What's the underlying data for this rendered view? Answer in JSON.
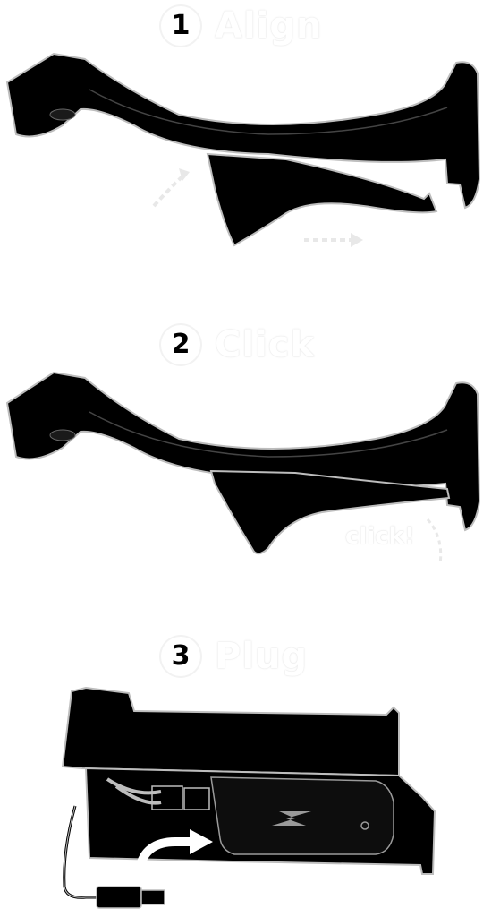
{
  "steps": [
    {
      "number": "1",
      "title": "Align"
    },
    {
      "number": "2",
      "title": "Click"
    },
    {
      "number": "3",
      "title": "Plug"
    }
  ],
  "hints": {
    "click_sound": "click!"
  },
  "colors": {
    "ink": "#000000",
    "outline": "#bdbdbd",
    "paper": "#ffffff"
  }
}
